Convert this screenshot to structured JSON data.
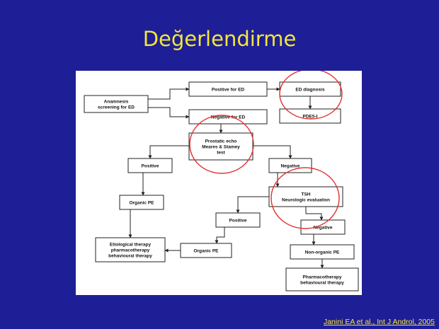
{
  "slide": {
    "title": "Değerlendirme",
    "citation": "Janini EA et al., Int J Androl, 2005"
  },
  "diagram": {
    "nodes": {
      "anamnesis": [
        "Anamnesis",
        "screening for ED"
      ],
      "pos_ed": [
        "Positive for ED"
      ],
      "ed_diag": [
        "ED diagnosis"
      ],
      "pde5": [
        "PDE5-I"
      ],
      "neg_ed": [
        "Negative for ED"
      ],
      "prostatic": [
        "Prostatic echo",
        "Meares & Stamey",
        "test"
      ],
      "positive1": [
        "Positive"
      ],
      "negative1": [
        "Negative"
      ],
      "organic1": [
        "Organic PE"
      ],
      "tsh": [
        "TSH",
        "Neurologic evaluation"
      ],
      "positive2": [
        "Positive"
      ],
      "negative2": [
        "Negative"
      ],
      "etiological": [
        "Etiological therapy",
        "pharmacotherapy",
        "behavioural therapy"
      ],
      "organic2": [
        "Organic PE"
      ],
      "nonorganic": [
        "Non-organic PE"
      ],
      "pharma": [
        "Pharmacotherapy",
        "behavioural therapy"
      ]
    },
    "highlight_color": "#e03030"
  }
}
